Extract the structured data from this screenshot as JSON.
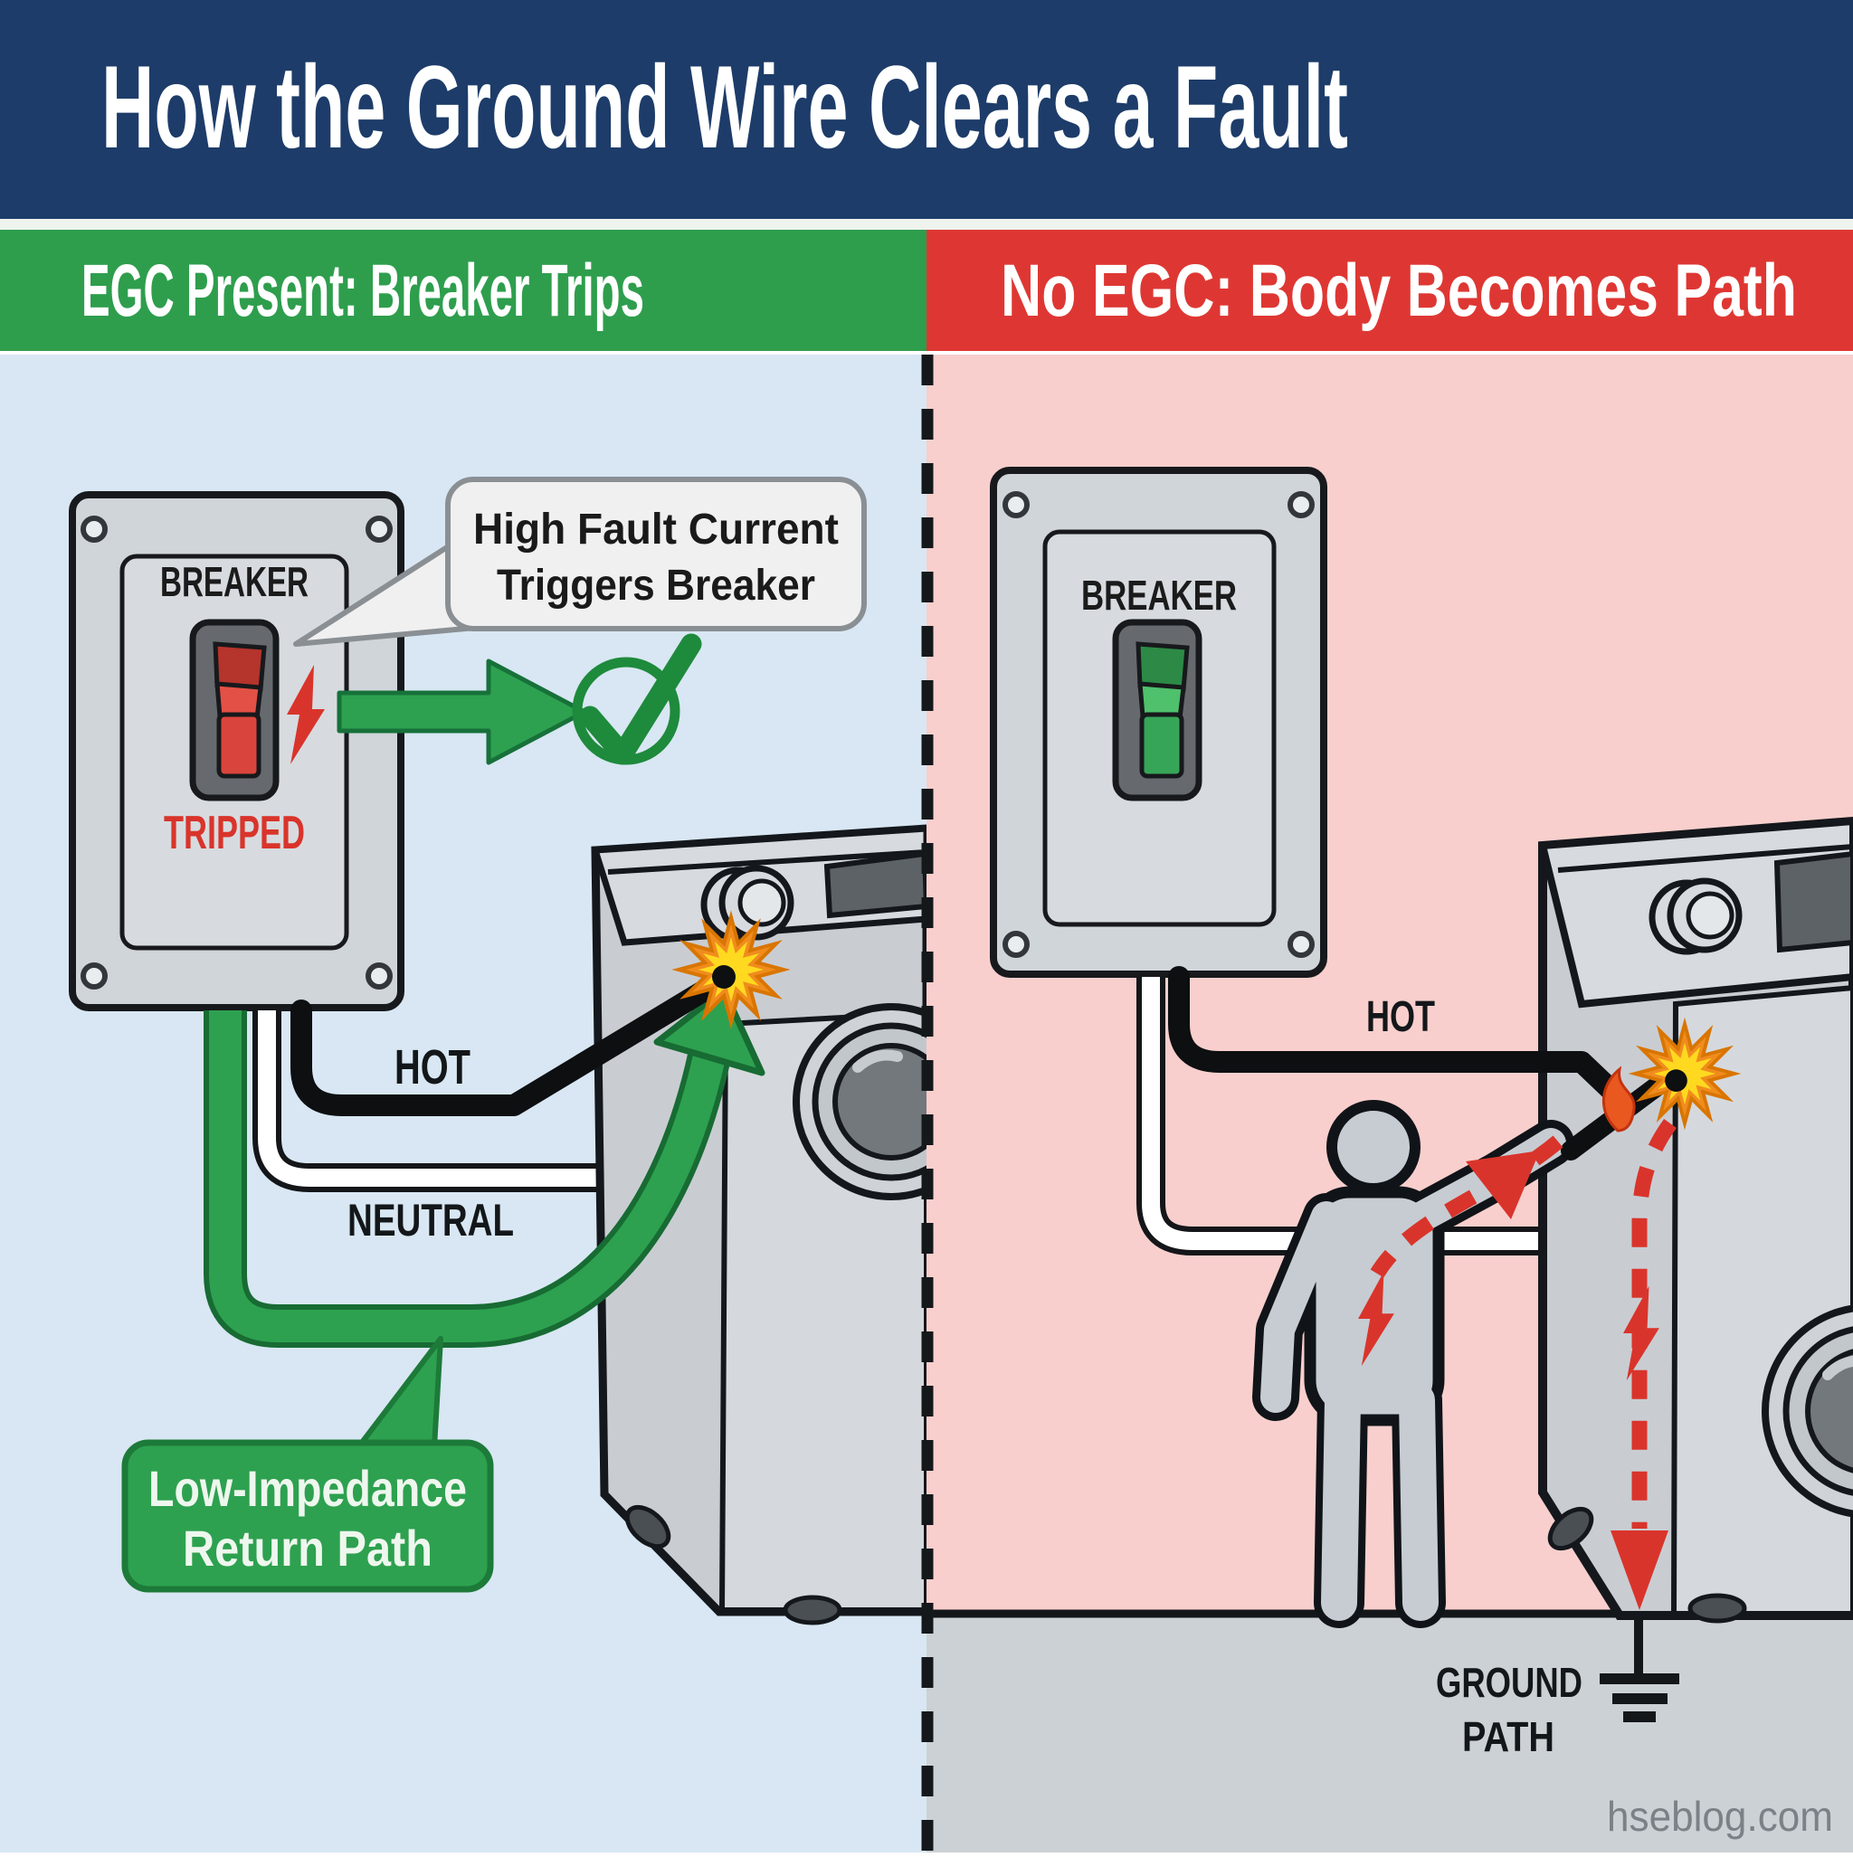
{
  "title": "How the Ground Wire Clears a Fault",
  "watermark": "hseblog.com",
  "colors": {
    "header_bg": "#1d3c69",
    "title_text": "#ffffff",
    "divider_gap": "#eef3ee",
    "left_header_bg": "#2e9e4d",
    "right_header_bg": "#de3733",
    "header_text": "#ffffff",
    "left_panel_bg": "#d8e7f3",
    "right_panel_bg": "#f8cfcd",
    "floor": "#ccd1d5",
    "safe_green": "#2da14f",
    "danger_red": "#d9342b",
    "wire_hot": "#0d0f11",
    "wire_neutral": "#ffffff",
    "wire_ground": "#2da14f",
    "spark_yellow": "#ffd91f",
    "spark_orange": "#f08c1e",
    "metal_gray": "#c9cdd2"
  },
  "left": {
    "header": "EGC Present: Breaker Trips",
    "breaker_label": "BREAKER",
    "breaker_status": "TRIPPED",
    "bubble": {
      "line1": "High Fault Current",
      "line2": "Triggers Breaker"
    },
    "wire_labels": {
      "hot": "HOT",
      "neutral": "NEUTRAL"
    },
    "ground_callout": {
      "line1": "Low-Impedance",
      "line2": "Return Path"
    }
  },
  "right": {
    "header": "No EGC: Body Becomes Path",
    "breaker_label": "BREAKER",
    "wire_labels": {
      "hot": "HOT"
    },
    "ground_label": {
      "line1": "GROUND",
      "line2": "PATH"
    }
  }
}
